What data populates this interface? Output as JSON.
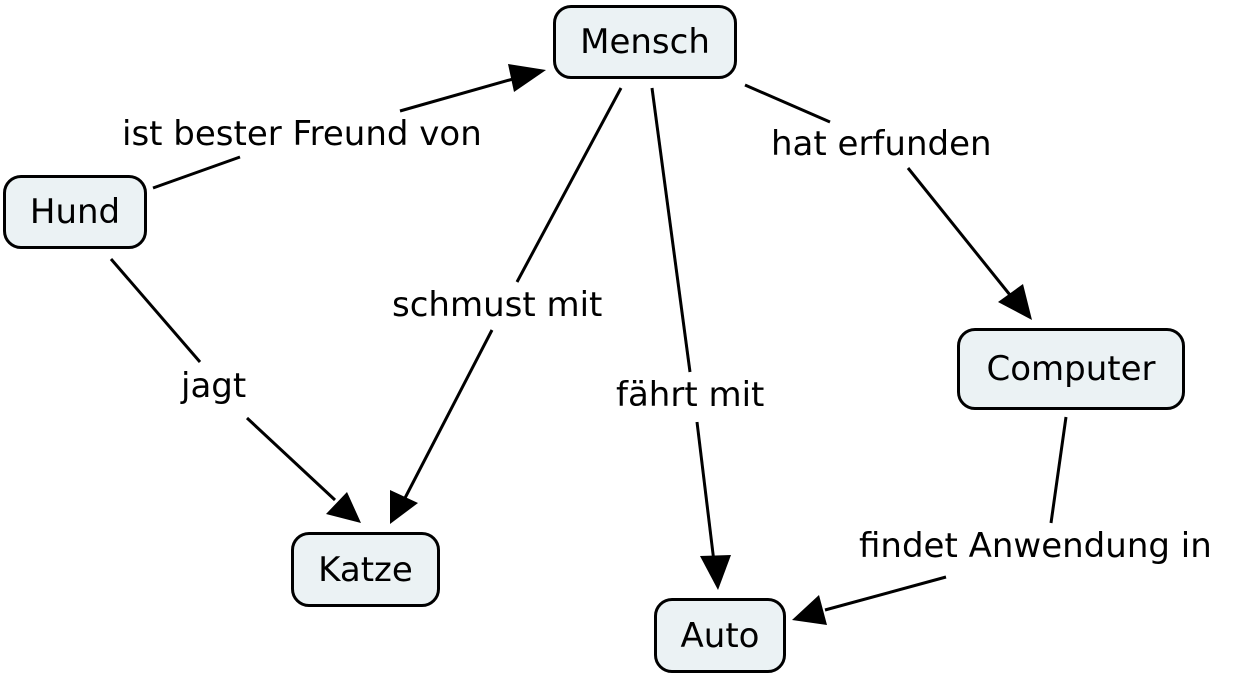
{
  "nodes": {
    "mensch": "Mensch",
    "hund": "Hund",
    "katze": "Katze",
    "auto": "Auto",
    "computer": "Computer"
  },
  "links": {
    "hund_mensch": "ist bester Freund von",
    "hund_katze": "jagt",
    "mensch_katze": "schmust mit",
    "mensch_auto": "fährt mit",
    "mensch_computer": "hat erfunden",
    "computer_auto": "findet Anwendung in"
  },
  "colors": {
    "node_fill": "#ebf2f4",
    "stroke": "#000000"
  }
}
